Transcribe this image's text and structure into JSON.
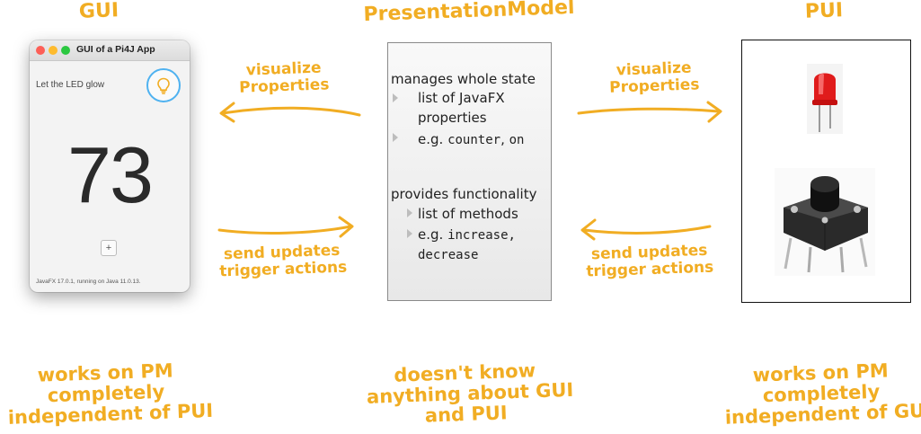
{
  "headings": {
    "gui": "GUI",
    "pm": "PresentationModel",
    "pui": "PUI"
  },
  "gui_window": {
    "title": "GUI of a Pi4J App",
    "led_label": "Let the LED glow",
    "counter": "73",
    "plus_label": "+",
    "footer": "JavaFX 17.0.1, running on Java 11.0.13."
  },
  "presentation_model": {
    "section1_title": "manages whole state",
    "section1_items": [
      "list of JavaFX",
      "properties",
      "e.g. ",
      "counter",
      ", ",
      "on"
    ],
    "section2_title": "provides functionality",
    "section2_items": [
      "list of methods",
      "e.g. ",
      "increase,",
      "decrease"
    ]
  },
  "captions": {
    "left_top": [
      "visualize",
      "Properties"
    ],
    "left_bottom": [
      "send updates",
      "trigger actions"
    ],
    "right_top": [
      "visualize",
      "Properties"
    ],
    "right_bottom": [
      "send updates",
      "trigger actions"
    ]
  },
  "bottom_texts": {
    "left": [
      "works on PM",
      "completely",
      "independent of PUI"
    ],
    "center": [
      "doesn't know",
      "anything about GUI",
      "and PUI"
    ],
    "right": [
      "works on PM",
      "completely",
      "independent of GUI"
    ]
  },
  "colors": {
    "accent": "#f1ad23",
    "led_ring": "#4fb2f0",
    "led_red": "#e01b1b"
  }
}
